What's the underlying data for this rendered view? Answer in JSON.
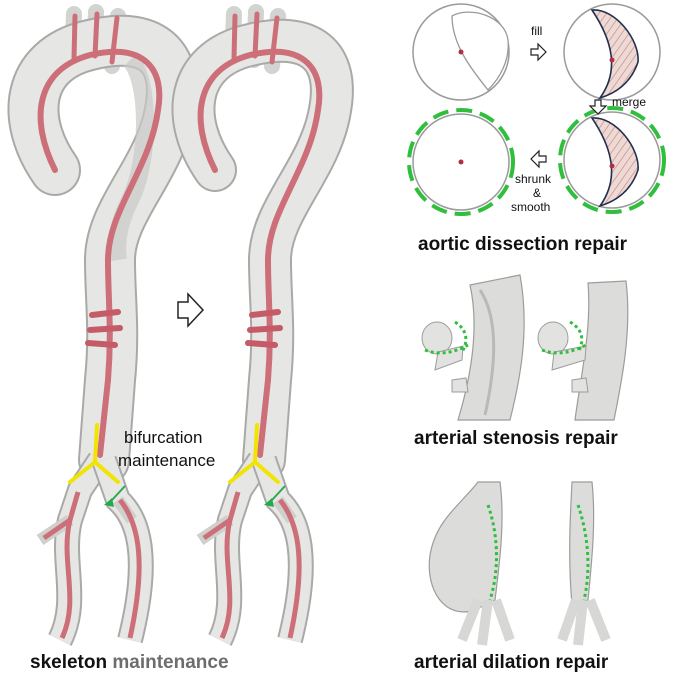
{
  "labels": {
    "fill": "fill",
    "merge": "merge",
    "shrunk": "shrunk",
    "amp": "&",
    "smooth": "smooth",
    "bifurcation": "bifurcation",
    "maintenance": "maintenance",
    "aortic_caption": "aortic dissection repair",
    "stenosis_caption": "arterial stenosis repair",
    "dilation_caption": "arterial dilation repair",
    "skeleton_word": "skeleton",
    "maintenance_word": "maintenance"
  },
  "colors": {
    "vessel_fill": "#e4e4e2",
    "vessel_edge": "#a9a9a7",
    "centerline": "#cc6f79",
    "bifurcation": "#f3e300",
    "green_marker": "#2aa84c",
    "green_dash": "#2fbf3c",
    "dot_red": "#b0303d",
    "lumen_edge": "#22304f",
    "hatch_fill": "#d7b0a9"
  },
  "icons": [
    "right-arrow-icon",
    "down-arrow-icon",
    "left-arrow-icon"
  ]
}
